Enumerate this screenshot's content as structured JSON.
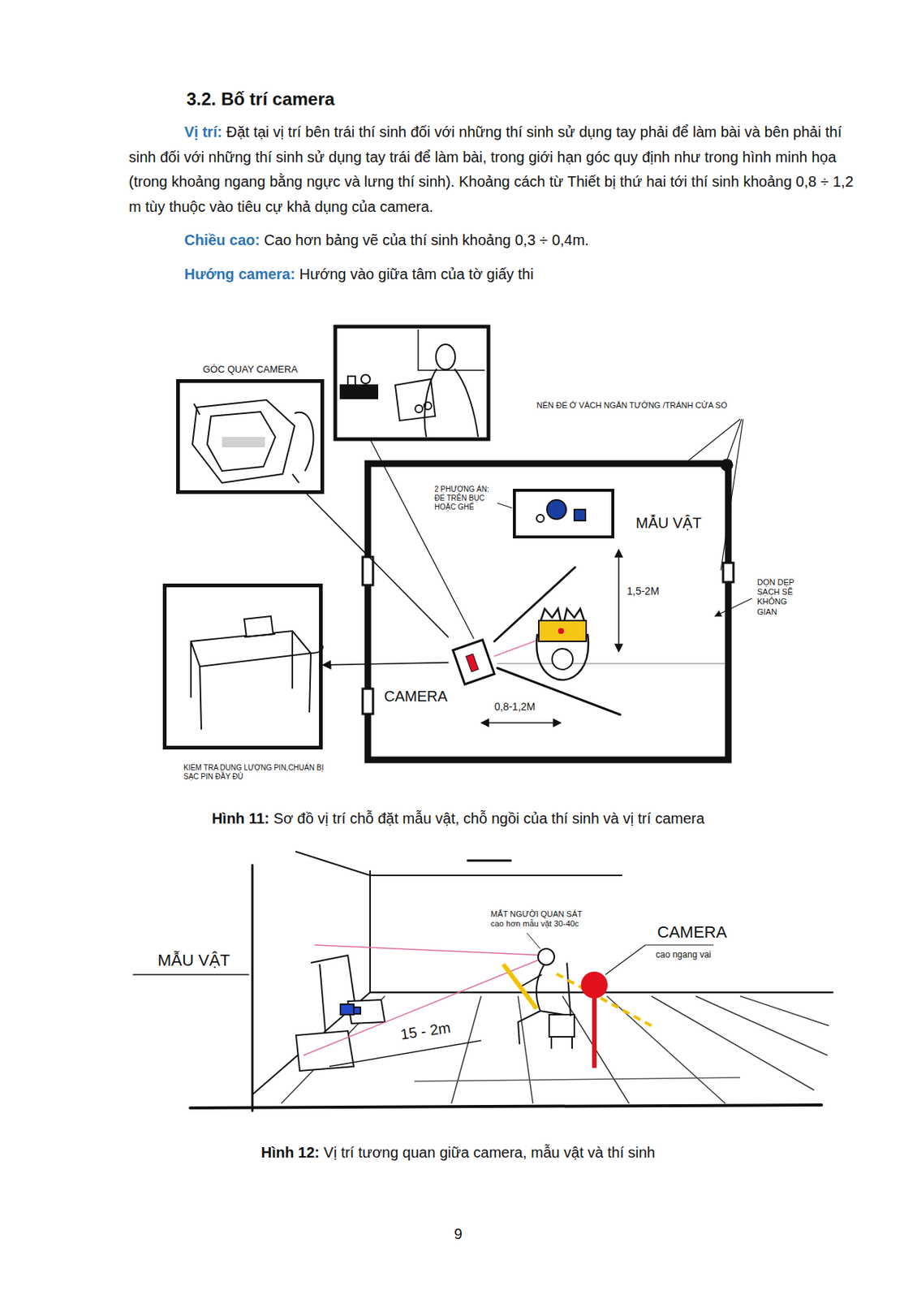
{
  "diagram": {
    "title": "3.2. Bố trí camera",
    "nodes": [
      {
        "text": [
          "GÓC QUAY CAMERA"
        ]
      },
      {
        "text": [
          "MẪU VẬT"
        ]
      },
      {
        "text": [
          "KIỂM TRA DUNG LƯỢNG PIN,CHUẨN BỊ SẠC PIN ĐẦY ĐỦ"
        ]
      },
      {
        "text": [
          "CAMERA"
        ]
      }
    ],
    "edges": [
      {
        "from": 3,
        "to": 0,
        "arrow": "none"
      },
      {
        "from": 3,
        "to": 2,
        "arrow": "to"
      }
    ],
    "labels": [
      "Vị trí:",
      "Đặt tại vị trí bên trái thí sinh đối với những thí sinh sử dụng tay phải để làm bài và bên phải thí sinh đối với những thí sinh sử dụng tay trái để làm bài, trong giới hạn góc quy định như trong hình minh họa (trong khoảng ngang bằng ngực và lưng thí sinh). Khoảng cách từ Thiết bị thứ hai tới thí sinh khoảng 0,8 ÷ 1,2 m tùy thuộc vào tiêu cự khả dụng của camera.",
      "Chiều cao:",
      "Cao hơn bảng vẽ của thí sinh khoảng 0,3 ÷ 0,4m.",
      "Hướng camera:",
      "Hướng vào giữa tâm của tờ giấy thi",
      "NÊN ĐỂ Ở VÁCH NGĂN TƯỜNG /TRÁNH CỬA SỔ",
      "2 PHƯƠNG ÁN: ĐỂ TRÊN BỤC HOẶC GHẾ",
      "1,5-2M",
      "DỌN DẸP SẠCH SẼ KHÔNG GIAN",
      "0,8-1,2M",
      "Hình 11:",
      "Sơ đồ vị trí chỗ đặt mẫu vật, chỗ ngồi của thí sinh và vị trí camera",
      "MẪU VẬT",
      "MẮT NGƯỜI QUAN SÁT cao hơn mẫu vật 30-40c",
      "CAMERA",
      "cao ngang vai",
      "15 - 2m",
      "Hình 12:",
      "Vị trí tương quan giữa camera, mẫu vật và thí sinh",
      "9"
    ]
  }
}
